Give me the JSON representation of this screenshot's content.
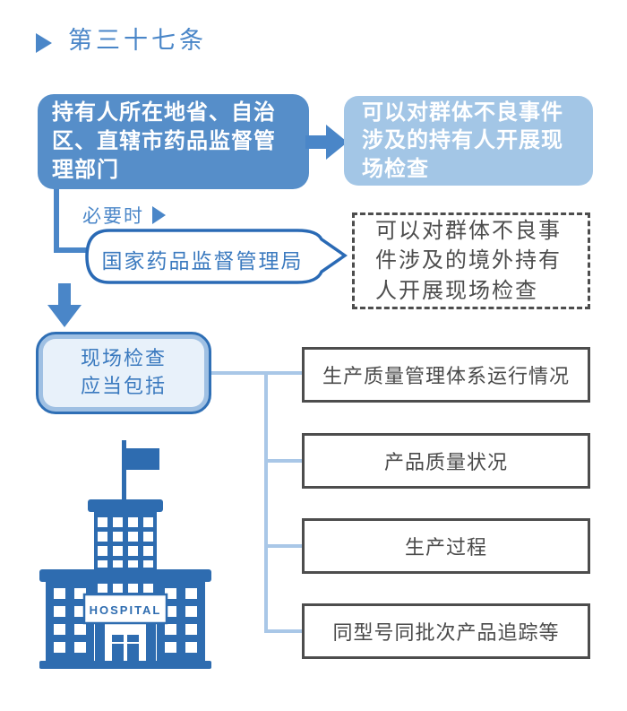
{
  "title": {
    "label": "第三十七条",
    "marker_icon": "triangle-right"
  },
  "flow": {
    "authority_box": "持有人所在地省、自治区、直辖市药品监督管理部门",
    "capability_box": "可以对群体不良事件涉及的持有人开展现场检查",
    "condition_label": "必要时",
    "agency_bubble": "国家药品监督管理局",
    "overseas_box": "可以对群体不良事件涉及的境外持有人开展现场检查",
    "inspection_scope_box": "现场检查\n应当包括",
    "inspection_items": [
      "生产质量管理体系运行情况",
      "产品质量状况",
      "生产过程",
      "同型号同批次产品追踪等"
    ]
  },
  "hospital": {
    "sign": "HOSPITAL"
  },
  "colors": {
    "accent_blue": "#4a86c8",
    "primary_box_fill": "#568ec9",
    "secondary_box_fill": "#a3c6e6",
    "bubble_border": "#2a6ab5",
    "bubble_text": "#3b7abf",
    "pale_fill": "#e8f1fa",
    "ring_blue": "#9fc0e3",
    "connector_light": "#a9c7e7",
    "gray_border": "#4d4d4d",
    "gray_text": "#4a4a4a",
    "hospital_blue": "#2e6cb0"
  }
}
